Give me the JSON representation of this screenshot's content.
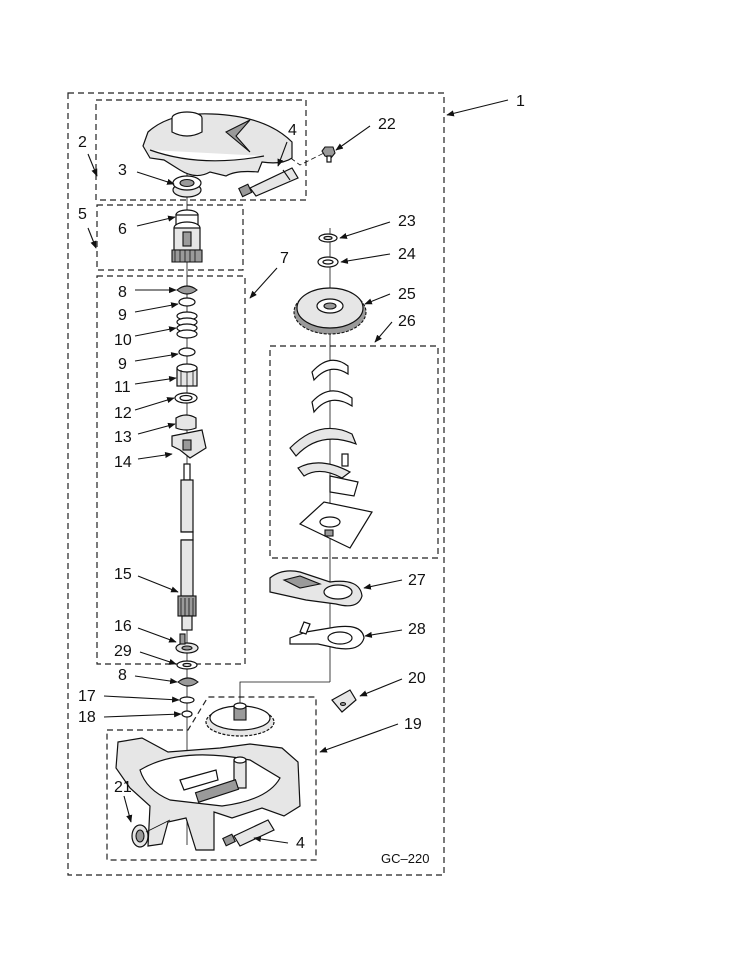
{
  "diagram_code": "GC–220",
  "callouts": [
    "1",
    "2",
    "3",
    "4",
    "22",
    "5",
    "6",
    "7",
    "8",
    "9",
    "10",
    "9",
    "11",
    "12",
    "13",
    "14",
    "15",
    "16",
    "29",
    "8",
    "17",
    "18",
    "21",
    "4",
    "23",
    "24",
    "25",
    "26",
    "27",
    "28",
    "20",
    "19"
  ]
}
